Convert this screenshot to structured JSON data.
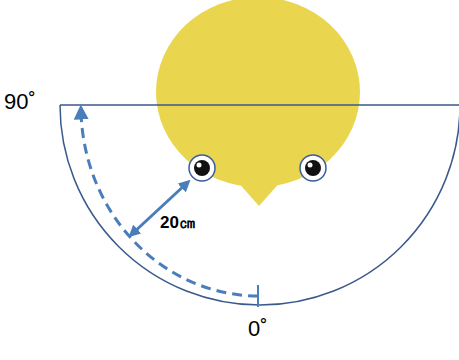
{
  "diagram": {
    "labels": [
      "90˚",
      "20㎝",
      "0˚"
    ]
  }
}
